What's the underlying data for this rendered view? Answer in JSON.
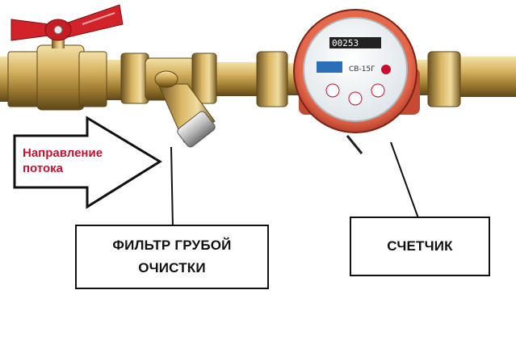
{
  "flow_direction": {
    "line1": "Направление",
    "line2": "потока"
  },
  "labels": {
    "filter_line1": "ФИЛЬТР ГРУБОЙ",
    "filter_line2": "ОЧИСТКИ",
    "meter": "СЧЕТЧИК"
  },
  "meter_face": {
    "model": "СВ-15Г",
    "reading": "00253"
  },
  "colors": {
    "brass": "#c9a14a",
    "valve_handle": "#d2232a",
    "meter_body": "#d9533a",
    "flow_label": "#c8102e"
  }
}
